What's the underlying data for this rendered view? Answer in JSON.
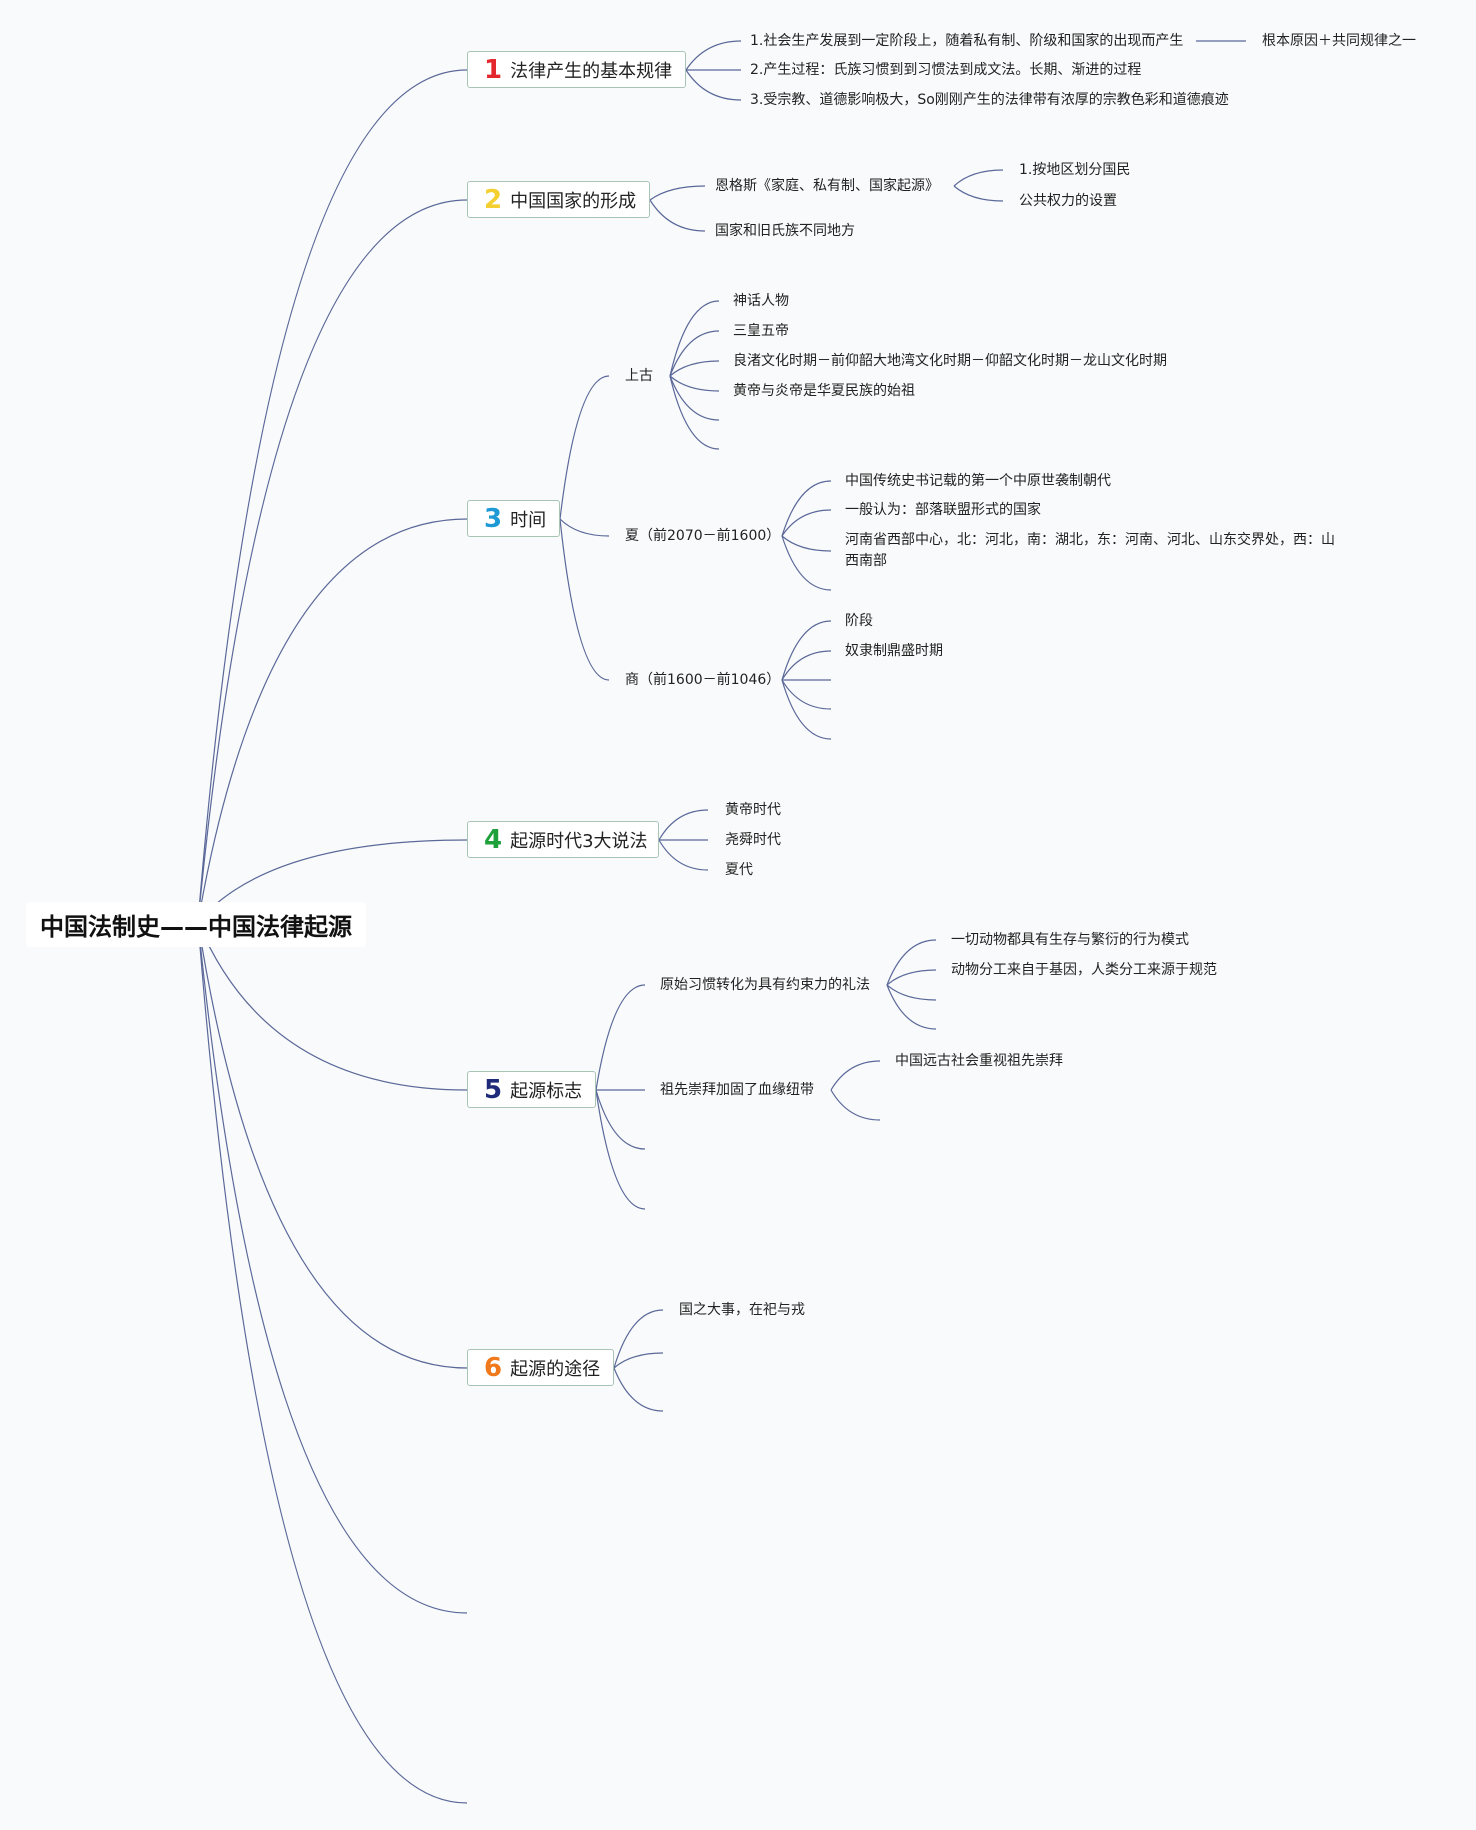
{
  "root": {
    "title": "中国法制史——中国法律起源"
  },
  "branches": [
    {
      "number": "1",
      "color": "#e4262d",
      "label": "法律产生的基本规律",
      "children": [
        {
          "text": "1.社会生产发展到一定阶段上，随着私有制、阶级和国家的出现而产生",
          "children": [
            {
              "text": "根本原因＋共同规律之一"
            }
          ]
        },
        {
          "text": "2.产生过程：氏族习惯到到习惯法到成文法。长期、渐进的过程"
        },
        {
          "text": "3.受宗教、道德影响极大，So刚刚产生的法律带有浓厚的宗教色彩和道德痕迹"
        }
      ]
    },
    {
      "number": "2",
      "color": "#f3cf2f",
      "label": "中国国家的形成",
      "children": [
        {
          "text": "恩格斯《家庭、私有制、国家起源》",
          "children": [
            {
              "text": "1.按地区划分国民"
            },
            {
              "text": "公共权力的设置"
            }
          ]
        },
        {
          "text": "国家和旧氏族不同地方"
        }
      ]
    },
    {
      "number": "3",
      "color": "#1d9ad6",
      "label": "时间",
      "children": [
        {
          "text": "上古",
          "children": [
            {
              "text": "神话人物"
            },
            {
              "text": "三皇五帝"
            },
            {
              "text": "良渚文化时期－前仰韶大地湾文化时期－仰韶文化时期－龙山文化时期"
            },
            {
              "text": "黄帝与炎帝是华夏民族的始祖"
            }
          ]
        },
        {
          "text": "夏（前2070－前1600）",
          "children": [
            {
              "text": "中国传统史书记载的第一个中原世袭制朝代"
            },
            {
              "text": "一般认为：部落联盟形式的国家"
            },
            {
              "text": "河南省西部中心，北：河北，南：湖北，东：河南、河北、山东交界处，西：山西南部"
            }
          ]
        },
        {
          "text": "商（前1600－前1046）",
          "children": [
            {
              "text": "阶段"
            },
            {
              "text": "奴隶制鼎盛时期"
            }
          ]
        }
      ]
    },
    {
      "number": "4",
      "color": "#1ea13a",
      "label": "起源时代3大说法",
      "children": [
        {
          "text": "黄帝时代"
        },
        {
          "text": "尧舜时代"
        },
        {
          "text": "夏代"
        }
      ]
    },
    {
      "number": "5",
      "color": "#1f2b7a",
      "label": "起源标志",
      "children": [
        {
          "text": "原始习惯转化为具有约束力的礼法",
          "children": [
            {
              "text": "一切动物都具有生存与繁衍的行为模式"
            },
            {
              "text": "动物分工来自于基因，人类分工来源于规范"
            }
          ]
        },
        {
          "text": "祖先崇拜加固了血缘纽带",
          "children": [
            {
              "text": "中国远古社会重视祖先崇拜"
            }
          ]
        }
      ]
    },
    {
      "number": "6",
      "color": "#f0791c",
      "label": "起源的途径",
      "children": [
        {
          "text": "国之大事，在祀与戎"
        }
      ]
    }
  ],
  "colors": {
    "connector": "#5a6899",
    "branch_border": "#a8c4b4",
    "background": "#f9fafb"
  }
}
